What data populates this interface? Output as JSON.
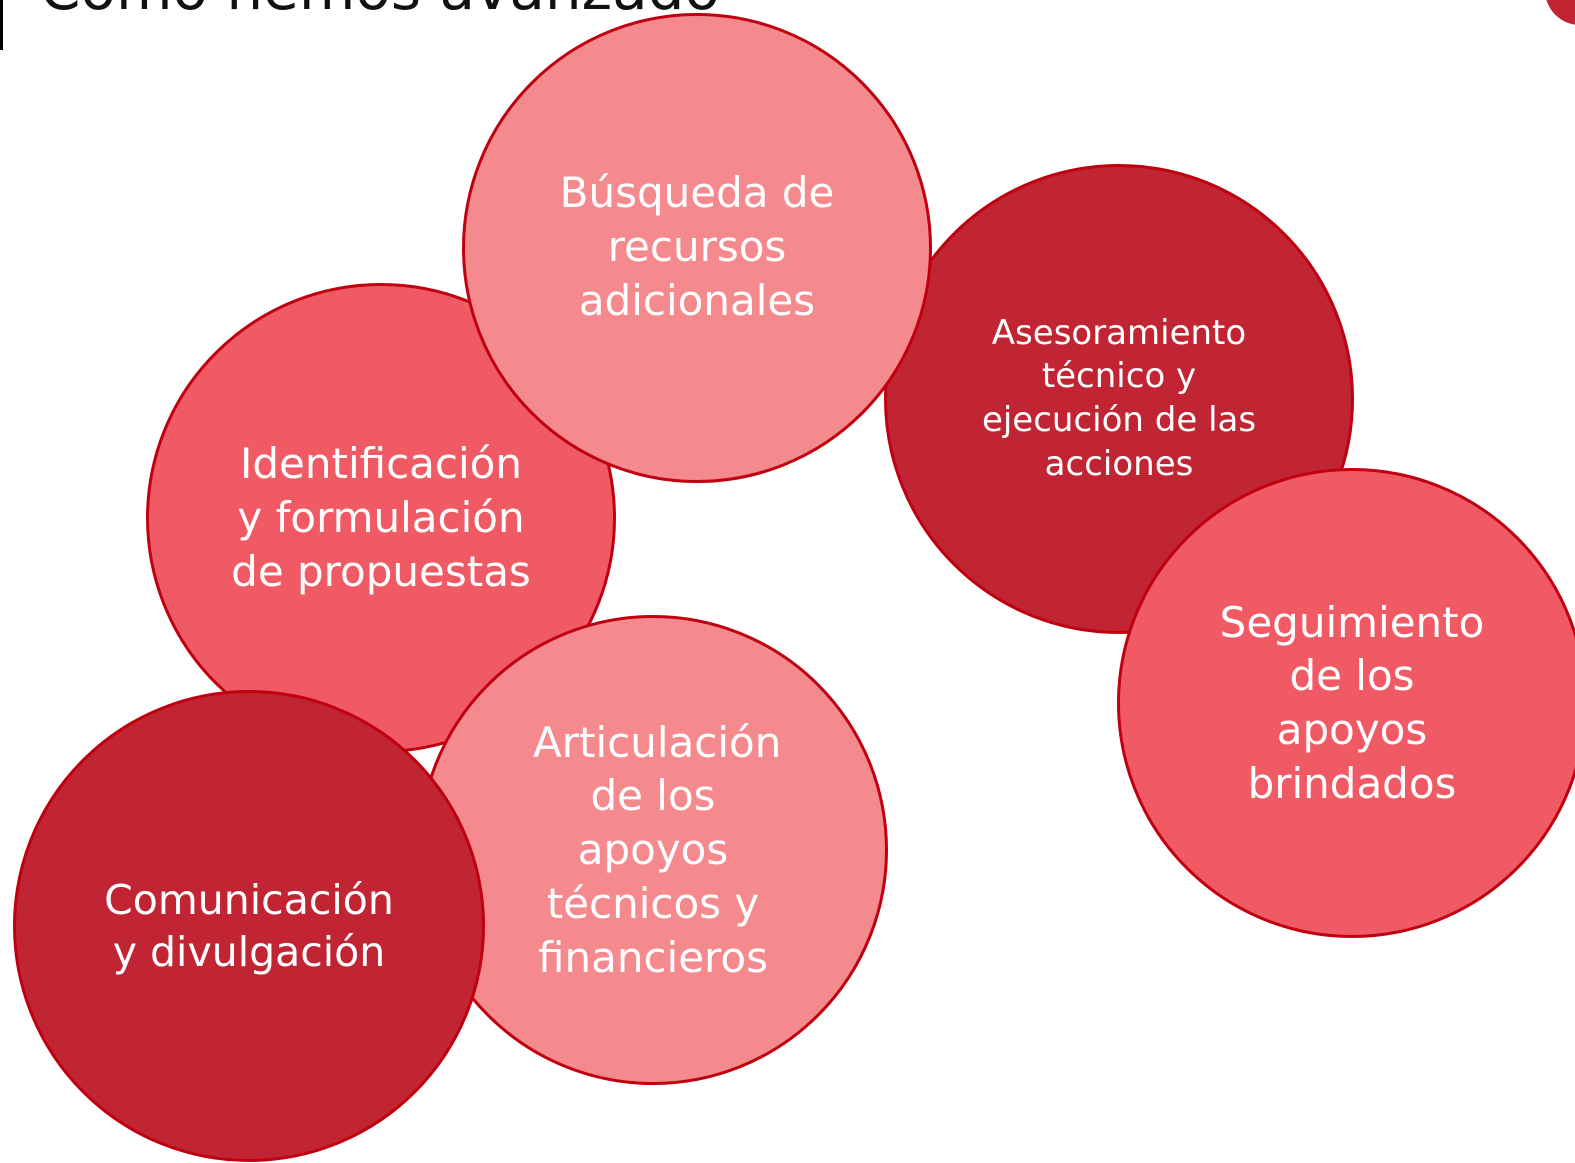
{
  "slide": {
    "title": "Cómo hemos avanzado",
    "colors": {
      "light": "#f4898e",
      "medium": "#f05a64",
      "dark": "#c12433",
      "border": "#c0000f"
    }
  },
  "circles": [
    {
      "id": "identificacion",
      "label": "Identificación y formulación de propuestas",
      "color": "#f05a64"
    },
    {
      "id": "busqueda",
      "label": "Búsqueda de recursos adicionales",
      "color": "#f4898e"
    },
    {
      "id": "asesoramiento",
      "label": "Asesoramiento técnico y ejecución de las acciones",
      "color": "#c12433"
    },
    {
      "id": "seguimiento",
      "label": "Seguimiento de los apoyos brindados",
      "color": "#f05a64"
    },
    {
      "id": "articulacion",
      "label": "Articulación de los apoyos técnicos y financieros",
      "color": "#f4898e"
    },
    {
      "id": "comunicacion",
      "label": "Comunicación y divulgación",
      "color": "#c12433"
    }
  ]
}
